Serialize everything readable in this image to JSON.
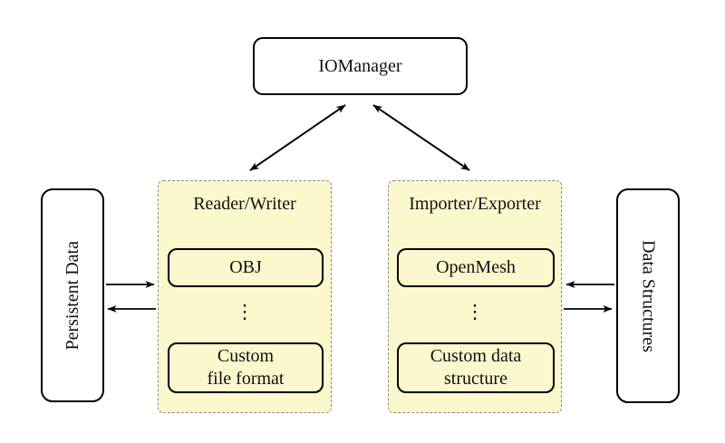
{
  "nodes": {
    "iomanager": "IOManager",
    "persistent_data": "Persistent Data",
    "data_structures": "Data Structures"
  },
  "groups": [
    {
      "title": "Reader/Writer",
      "items": [
        "OBJ",
        "Custom\nfile format"
      ],
      "ellipsis": "⋮"
    },
    {
      "title": "Importer/Exporter",
      "items": [
        "OpenMesh",
        "Custom data\nstructure"
      ],
      "ellipsis": "⋮"
    }
  ],
  "colors": {
    "group_fill": "#FBF8CE",
    "group_border": "#8C8C8C",
    "node_border": "#000000",
    "node_fill": "#FFFFFF",
    "arrow": "#000000",
    "background": "#FFFFFF"
  }
}
